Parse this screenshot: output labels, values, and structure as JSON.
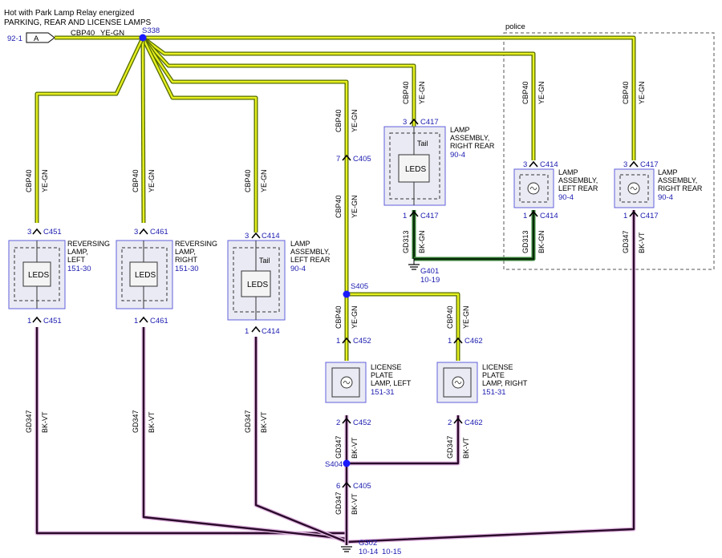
{
  "header": {
    "line1": "Hot with Park Lamp Relay energized",
    "line2": "PARKING, REAR AND LICENSE LAMPS"
  },
  "source": {
    "ref": "92-1",
    "connector_letter": "A",
    "circuit": "CBP40",
    "color": "YE-GN"
  },
  "police": {
    "label": "police"
  },
  "splices": {
    "s338": "S338",
    "s405": "S405",
    "s404": "S404"
  },
  "wires": {
    "cbp40": "CBP40",
    "yegn": "YE-GN",
    "gd347": "GD347",
    "bkvt": "BK-VT",
    "gd313": "GD313",
    "bkgn": "BK-GN"
  },
  "inner_labels": {
    "leds": "LEDS",
    "tail": "Tail"
  },
  "components": {
    "rev_left": {
      "l1": "REVERSING",
      "l2": "LAMP,",
      "l3": "LEFT",
      "ref": "151-30",
      "top_pin": "3",
      "top_conn": "C451",
      "bot_pin": "1",
      "bot_conn": "C451"
    },
    "rev_right": {
      "l1": "REVERSING",
      "l2": "LAMP,",
      "l3": "RIGHT",
      "ref": "151-30",
      "top_pin": "3",
      "top_conn": "C461",
      "bot_pin": "1",
      "bot_conn": "C461"
    },
    "lamp_lr": {
      "l1": "LAMP",
      "l2": "ASSEMBLY,",
      "l3": "LEFT REAR",
      "ref": "90-4",
      "top_pin": "3",
      "top_conn": "C414",
      "bot_pin": "1",
      "bot_conn": "C414"
    },
    "inline_c405_top": {
      "pin": "7",
      "conn": "C405"
    },
    "inline_c405_bot": {
      "pin": "6",
      "conn": "C405"
    },
    "lamp_rr": {
      "l1": "LAMP",
      "l2": "ASSEMBLY,",
      "l3": "RIGHT REAR",
      "ref": "90-4",
      "top_pin": "3",
      "top_conn": "C417",
      "bot_pin": "1",
      "bot_conn": "C417"
    },
    "police_lr": {
      "l1": "LAMP",
      "l2": "ASSEMBLY,",
      "l3": "LEFT REAR",
      "ref": "90-4",
      "top_pin": "3",
      "top_conn": "C414",
      "bot_pin": "1",
      "bot_conn": "C414"
    },
    "police_rr": {
      "l1": "LAMP",
      "l2": "ASSEMBLY,",
      "l3": "RIGHT REAR",
      "ref": "90-4",
      "top_pin": "3",
      "top_conn": "C417",
      "bot_pin": "1",
      "bot_conn": "C417"
    },
    "lic_left": {
      "l1": "LICENSE",
      "l2": "PLATE",
      "l3": "LAMP, LEFT",
      "ref": "151-31",
      "top_pin": "1",
      "top_conn": "C452",
      "bot_pin": "2",
      "bot_conn": "C452"
    },
    "lic_right": {
      "l1": "LICENSE",
      "l2": "PLATE",
      "l3": "LAMP, RIGHT",
      "ref": "151-31",
      "top_pin": "1",
      "top_conn": "C462",
      "bot_pin": "2",
      "bot_conn": "C462"
    }
  },
  "grounds": {
    "g401": {
      "name": "G401",
      "ref": "10-19"
    },
    "g302": {
      "name": "G302",
      "ref1": "10-14",
      "ref2": "10-15"
    }
  },
  "colors": {
    "ye_gn_fill": "#e6f020",
    "ye_gn_edge": "#556b00",
    "bk_vt_fill": "#2a0a2a",
    "bk_vt_edge": "#e2b8e2",
    "bk_gn_fill": "#0a2a0a",
    "bk_gn_edge": "#3c8a3c",
    "component_border": "#6060dd",
    "component_fill": "#eaeaf4",
    "ref_text": "#1a1ab0",
    "splice": "#1a1aff"
  }
}
